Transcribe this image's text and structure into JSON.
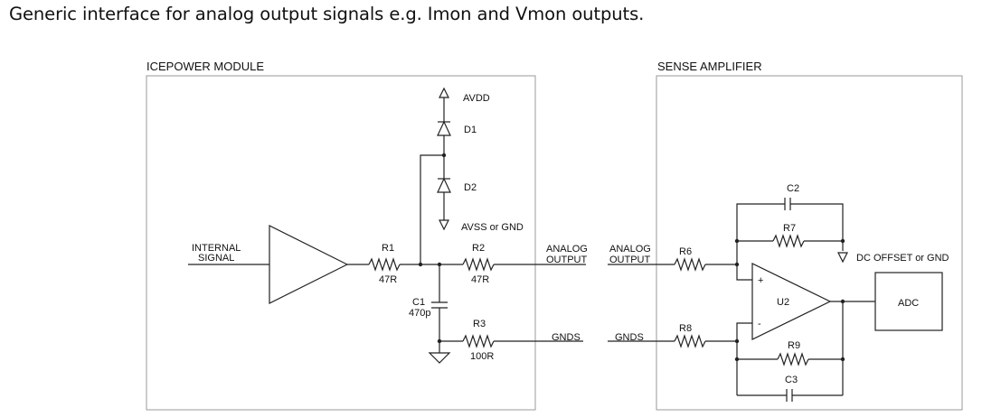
{
  "title": "Generic interface for analog output signals e.g. Imon and Vmon outputs.",
  "module": {
    "name": "ICEPOWER MODULE",
    "input_line1": "INTERNAL",
    "input_line2": "SIGNAL",
    "r1": "R1",
    "r1_value": "47R",
    "r2": "R2",
    "r2_value": "47R",
    "r3": "R3",
    "r3_value": "100R",
    "c1": "C1",
    "c1_value": "470p",
    "d1": "D1",
    "d2": "D2",
    "avdd": "AVDD",
    "avss": "AVSS or GND",
    "out_line1": "ANALOG",
    "out_line2": "OUTPUT",
    "gnds": "GNDS"
  },
  "amplifier": {
    "name": "SENSE AMPLIFIER",
    "in_line1": "ANALOG",
    "in_line2": "OUTPUT",
    "gnds": "GNDS",
    "r6": "R6",
    "r7": "R7",
    "r8": "R8",
    "r9": "R9",
    "c2": "C2",
    "c3": "C3",
    "u2": "U2",
    "plus": "+",
    "minus": "-",
    "dc_offset": "DC OFFSET or GND",
    "adc": "ADC"
  }
}
